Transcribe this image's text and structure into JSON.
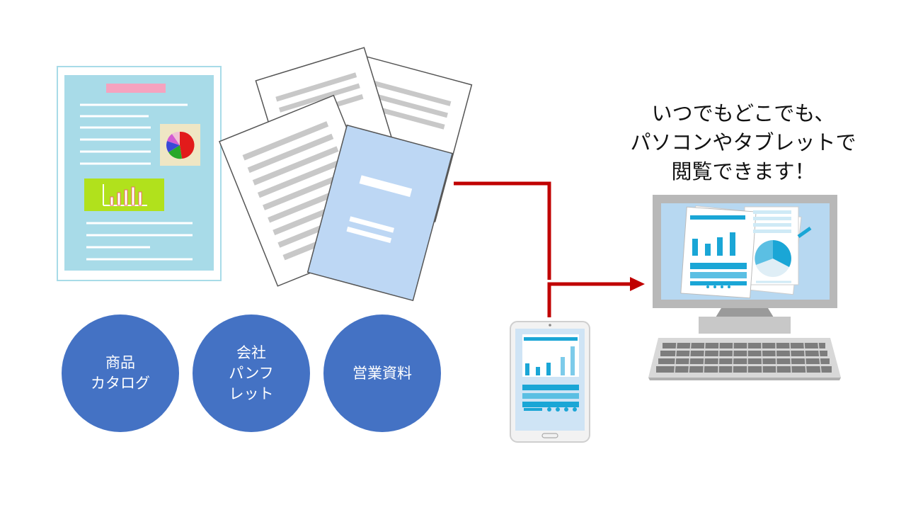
{
  "circles": [
    {
      "label": "商品\nカタログ",
      "color": "#4472c4"
    },
    {
      "label": "会社\nパンフ\nレット",
      "color": "#4472c4"
    },
    {
      "label": "営業資料",
      "color": "#4472c4"
    }
  ],
  "headline": {
    "line1": "いつでもどこでも、",
    "line2": "パソコンやタブレットで",
    "line3": "閲覧できます！"
  },
  "colors": {
    "connector": "#c00000",
    "catalog_page": "#a8dbe8",
    "brochure_cover": "#bdd7f4",
    "circle": "#4472c4",
    "chart_accent": "#1aa6d6"
  },
  "icons": [
    "catalog-document-icon",
    "paper-stack-icon",
    "tablet-icon",
    "desktop-computer-icon",
    "keyboard-icon"
  ]
}
